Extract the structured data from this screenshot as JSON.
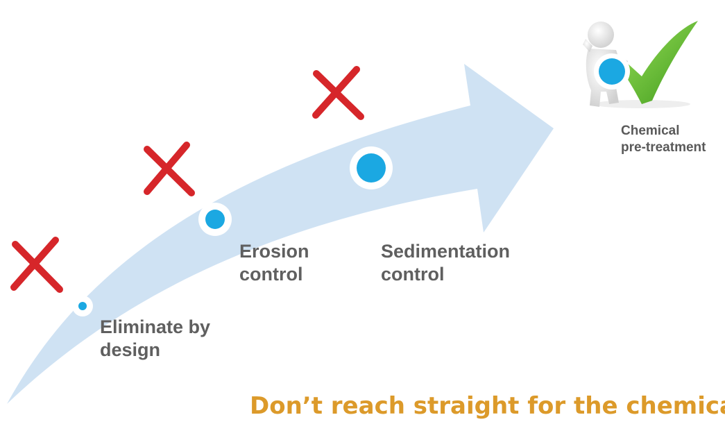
{
  "steps": [
    {
      "line1": "Eliminate by",
      "line2": "design",
      "status": "rejected"
    },
    {
      "line1": "Erosion",
      "line2": "control",
      "status": "rejected"
    },
    {
      "line1": "Sedimentation",
      "line2": "control",
      "status": "rejected"
    },
    {
      "line1": "Chemical",
      "line2": "pre-treatment",
      "status": "approved"
    }
  ],
  "headline": "Don’t reach straight for the chemicals",
  "icons": {
    "rejected": "red-cross-icon",
    "approved": "figure-with-green-checkmark-icon"
  },
  "colors": {
    "arrow": "#cfe2f3",
    "node": "#1ba8e2",
    "cross": "#d6262a",
    "check": "#6cbf2e",
    "headline": "#dc9a2a",
    "label": "#5f5f5f"
  }
}
